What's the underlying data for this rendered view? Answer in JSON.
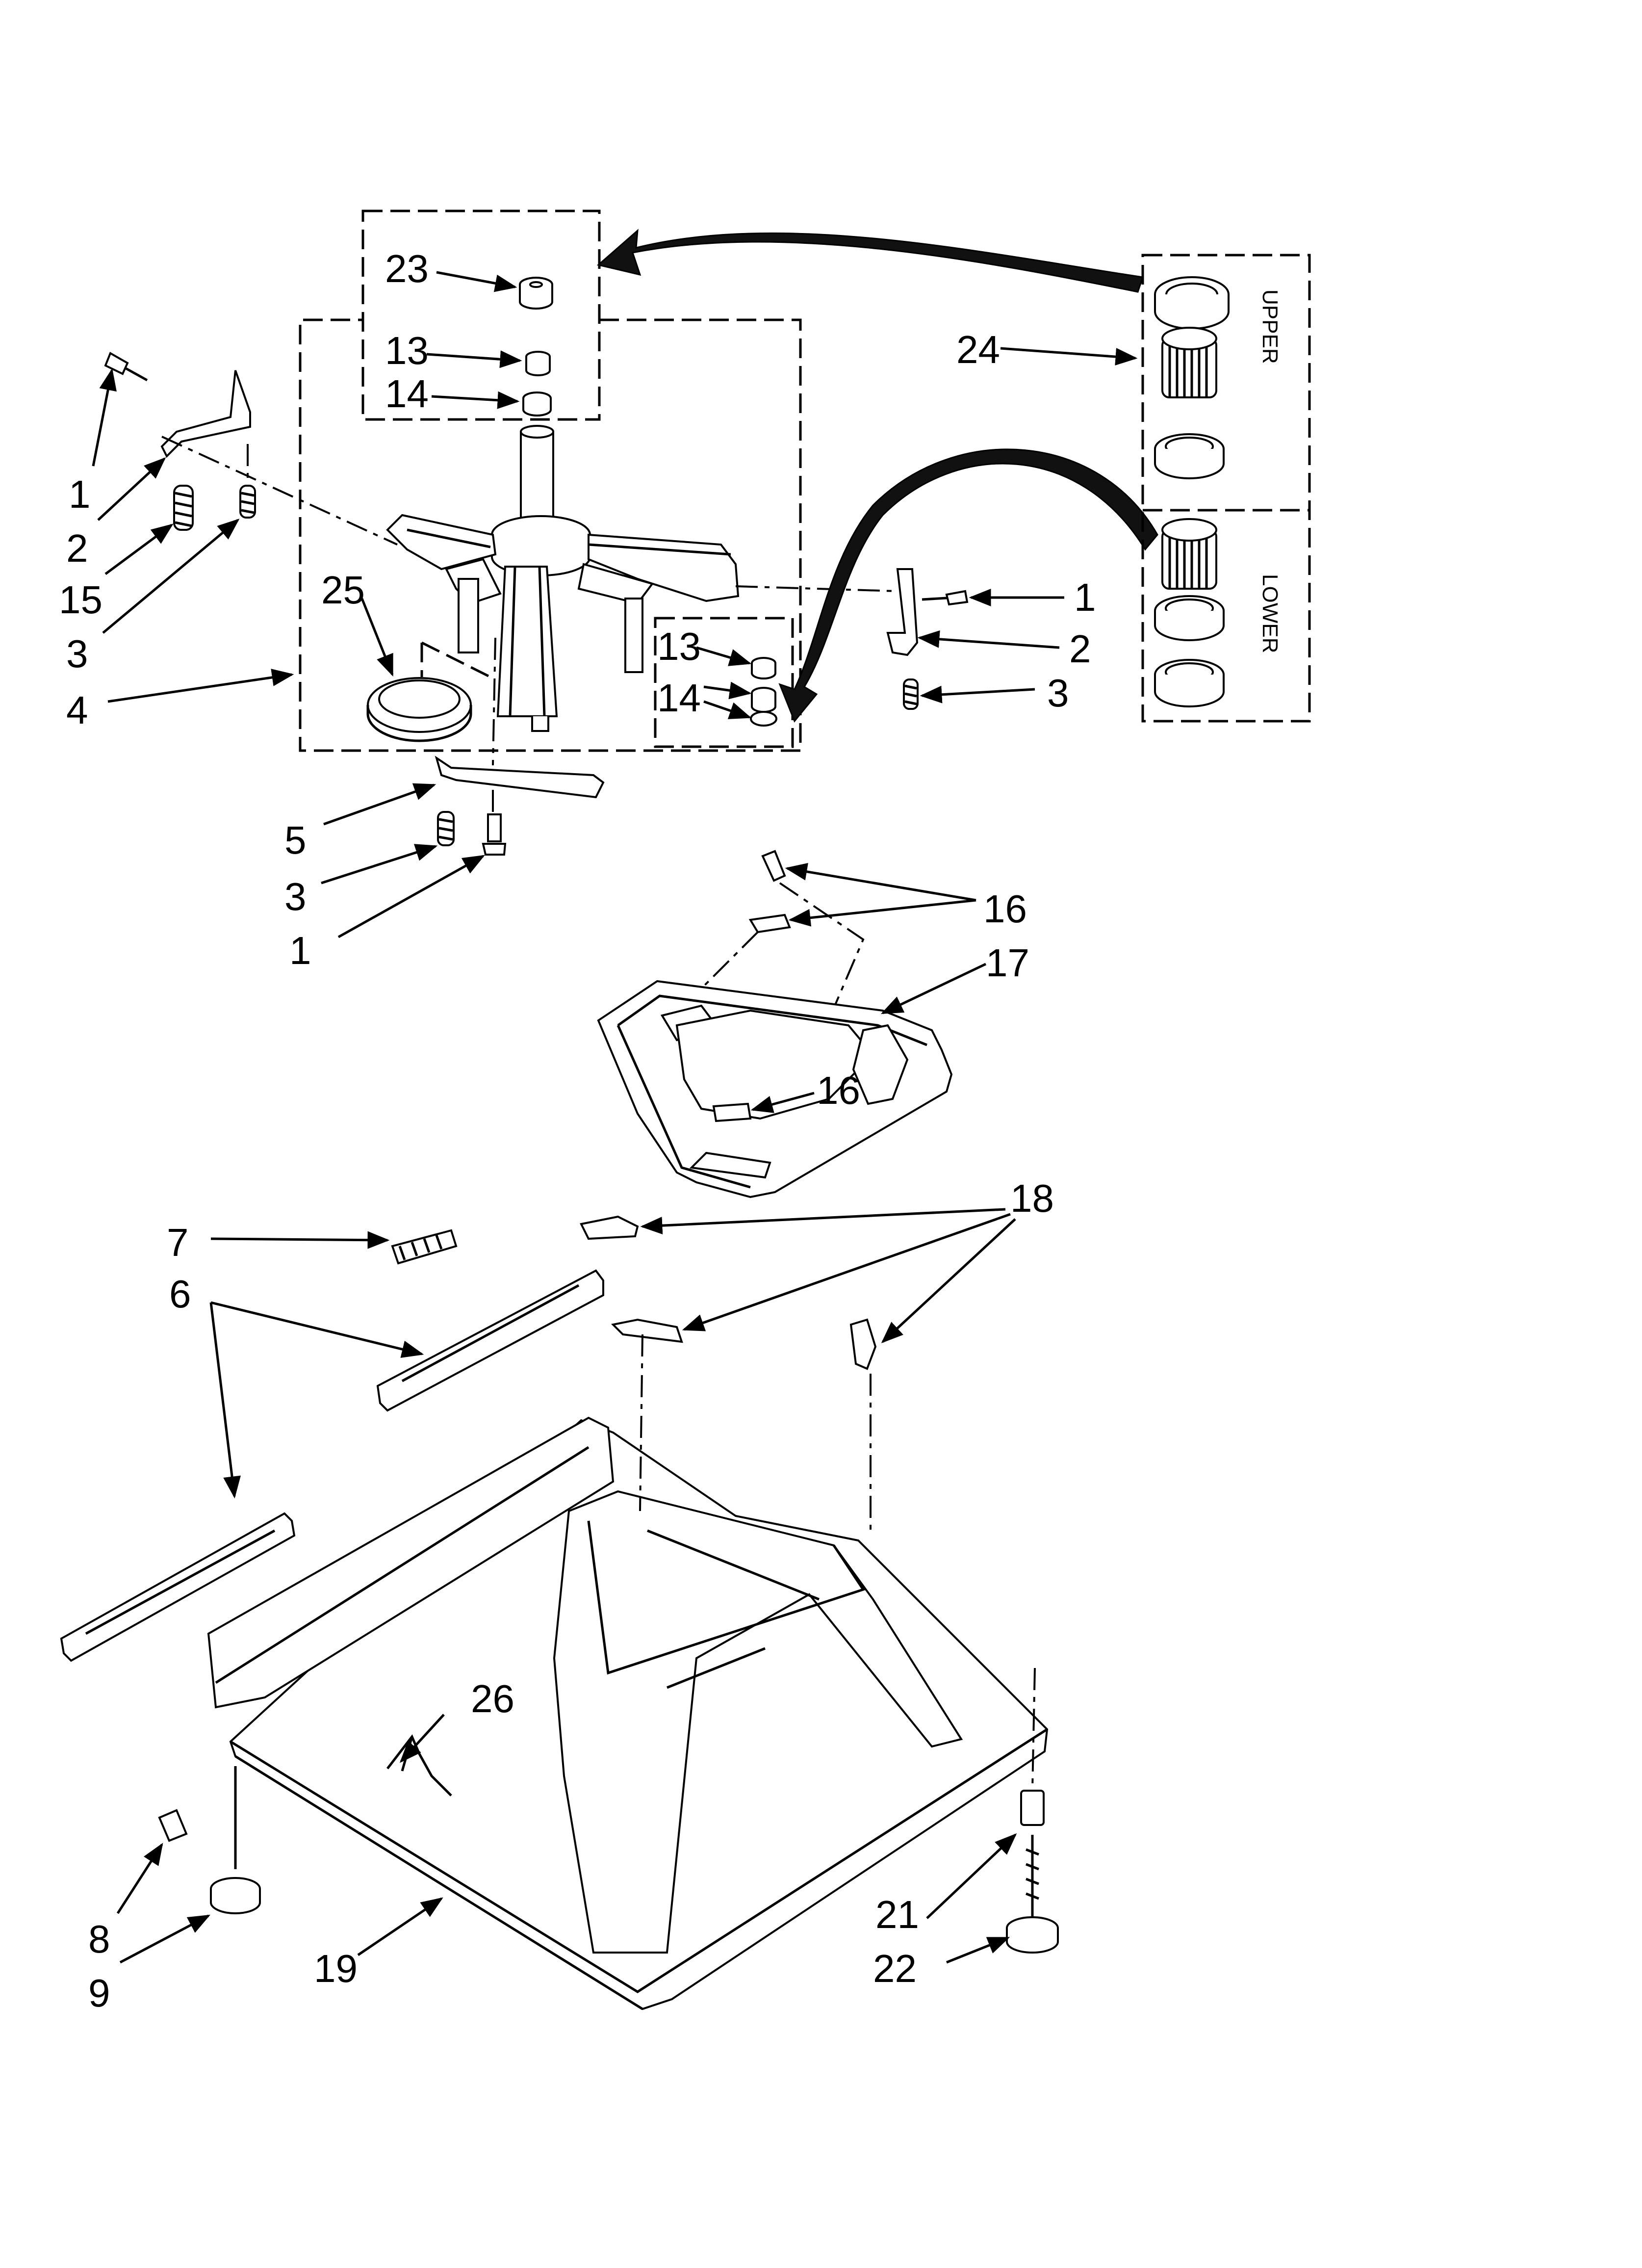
{
  "callouts": {
    "c23": "23",
    "c13a": "13",
    "c14a": "14",
    "c1a": "1",
    "c2a": "2",
    "c15": "15",
    "c3a": "3",
    "c4": "4",
    "c25": "25",
    "c24": "24",
    "c1b": "1",
    "c2b": "2",
    "c3b": "3",
    "c13b": "13",
    "c14b": "14",
    "c5": "5",
    "c3c": "3",
    "c1c": "1",
    "c16a": "16",
    "c17": "17",
    "c16b": "16",
    "c18": "18",
    "c7": "7",
    "c6": "6",
    "c26": "26",
    "c8": "8",
    "c9": "9",
    "c19": "19",
    "c21": "21",
    "c22": "22"
  },
  "kit_labels": {
    "upper": "UPPER",
    "lower": "LOWER"
  },
  "icons": [
    "arrow-icon",
    "bearing-icon",
    "bolt-icon",
    "spring-icon"
  ]
}
